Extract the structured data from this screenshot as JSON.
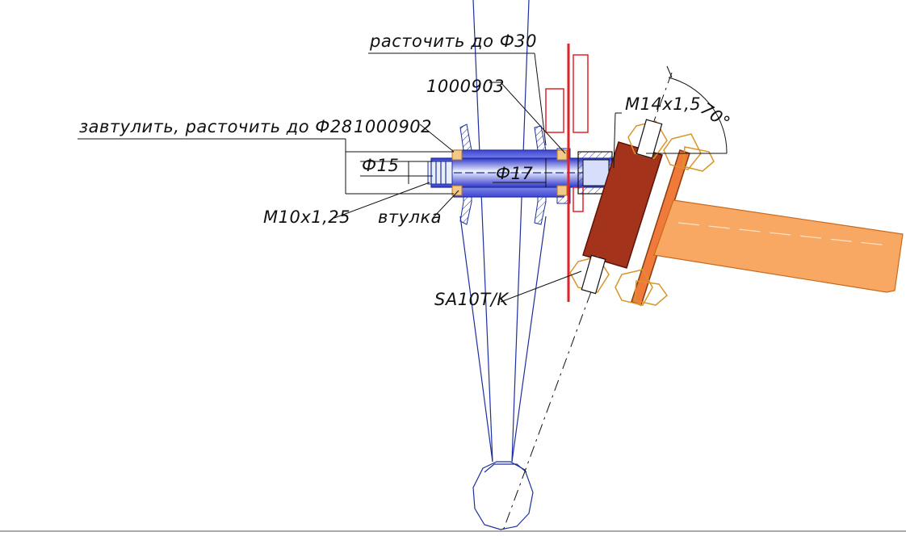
{
  "labels": {
    "bore30": "расточить до Ф30",
    "part903": "1000903",
    "bush28": "завтулить, расточить до Ф28",
    "part902": "1000902",
    "m14": "M14x1,5",
    "angle": "70°",
    "d15": "Ф15",
    "d17": "Ф17",
    "m10": "M10x1,25",
    "bushing": "втулка",
    "sa10": "SA10T/K"
  },
  "colors": {
    "outline": "#1e2f9e",
    "axle_light": "#dbe4ff",
    "axle_dark": "#3a3fd8",
    "rubber": "#a3331b",
    "flange": "#f07a3a",
    "tube": "#f9a863",
    "bearing": "#f3c98a",
    "red": "#e0232a"
  },
  "icons": [
    "bolt-icon",
    "nut-icon",
    "bearing-icon"
  ]
}
